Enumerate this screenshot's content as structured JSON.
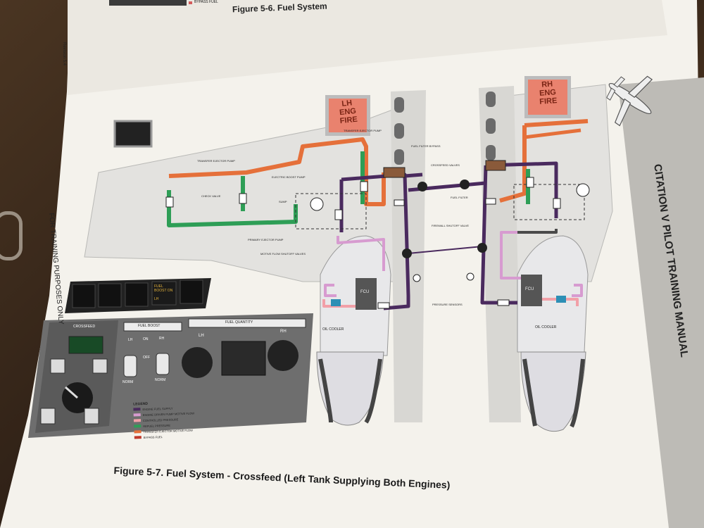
{
  "prev_page": {
    "caption": "Figure 5-6.  Fuel System",
    "legend_fragment": "BYPASS FUEL"
  },
  "header": {
    "revision": "Revision 5.4",
    "section_title": "CITATION V PILOT TRAINING MANUAL",
    "side_note": "FOR TRAINING PURPOSES ONLY"
  },
  "warning_lights": {
    "left": [
      "LH",
      "ENG",
      "FIRE"
    ],
    "right": [
      "RH",
      "ENG",
      "FIRE"
    ]
  },
  "component_labels": {
    "transfer_ejector_pump_top": "TRANSFER EJECTOR PUMP",
    "fuel_filter_bypass": "FUEL FILTER BYPASS",
    "crossfeed_valves": "CROSSFEED VALVES",
    "transfer_ejector_pump_left": "TRANSFER EJECTOR PUMP",
    "electric_boost_pump": "ELECTRIC BOOST PUMP",
    "check_valve": "CHECK VALVE",
    "sump": "SUMP",
    "fuel_filter": "FUEL FILTER",
    "firewall_shutoff_valve": "FIREWALL SHUTOFF VALVE",
    "primary_ejector_pump": "PRIMARY EJECTOR PUMP",
    "motive_flow_shutoff_valves": "MOTIVE FLOW SHUTOFF VALVES",
    "fcu_left": "FCU",
    "fcu_right": "FCU",
    "pressure_sensors": "PRESSURE SENSORS",
    "oil_cooler_left": "OIL COOLER",
    "oil_cooler_right": "OIL COOLER"
  },
  "annunciator": {
    "active_text": [
      "FUEL",
      "BOOST ON"
    ],
    "active_sub": "LH"
  },
  "panel": {
    "crossfeed_title": "CROSSFEED",
    "boost_title": "FUEL BOOST",
    "fuel_qty_title": "FUEL QUANTITY",
    "boost_columns": [
      "LH",
      "ON",
      "RH"
    ],
    "off_label": "OFF",
    "norm_label": "NORM",
    "lh": "LH",
    "rh": "RH"
  },
  "legend": {
    "title": "LEGEND",
    "items": [
      {
        "label": "ENGINE FUEL SUPPLY",
        "color": "#4a2a5e"
      },
      {
        "label": "ENGINE DRIVEN PUMP MOTIVE FLOW",
        "color": "#d79bd0"
      },
      {
        "label": "CONTROLLED PRESSURE",
        "color": "#f2a0a8"
      },
      {
        "label": "REFUEL PRESSURE",
        "color": "#2e9e56"
      },
      {
        "label": "TRANSFER EJECTOR MOTIVE FLOW",
        "color": "#e5703a"
      },
      {
        "label": "BYPASS FUEL",
        "color": "#c0392b"
      }
    ]
  },
  "caption": "Figure 5-7.  Fuel System - Crossfeed (Left Tank Supplying Both Engines)"
}
